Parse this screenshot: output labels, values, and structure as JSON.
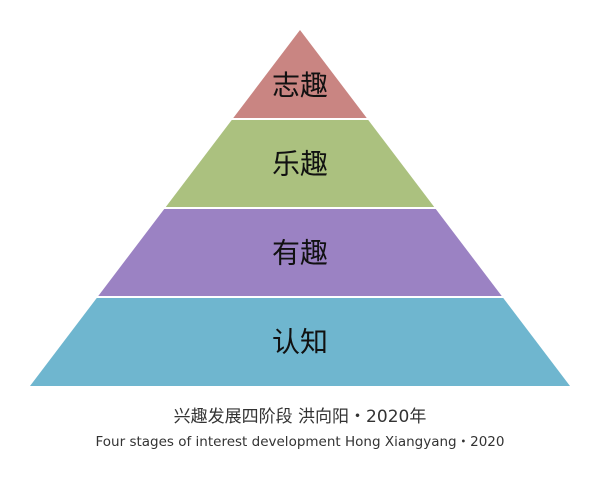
{
  "diagram": {
    "type": "pyramid",
    "levels_top_to_bottom": [
      {
        "label": "志趣",
        "color": "#c98582"
      },
      {
        "label": "乐趣",
        "color": "#abc17f"
      },
      {
        "label": "有趣",
        "color": "#9b82c3"
      },
      {
        "label": "认知",
        "color": "#6fb6cf"
      }
    ]
  },
  "caption": {
    "chinese": "兴趣发展四阶段  洪向阳・2020年",
    "english": "Four stages of interest development   Hong Xiangyang・2020"
  }
}
